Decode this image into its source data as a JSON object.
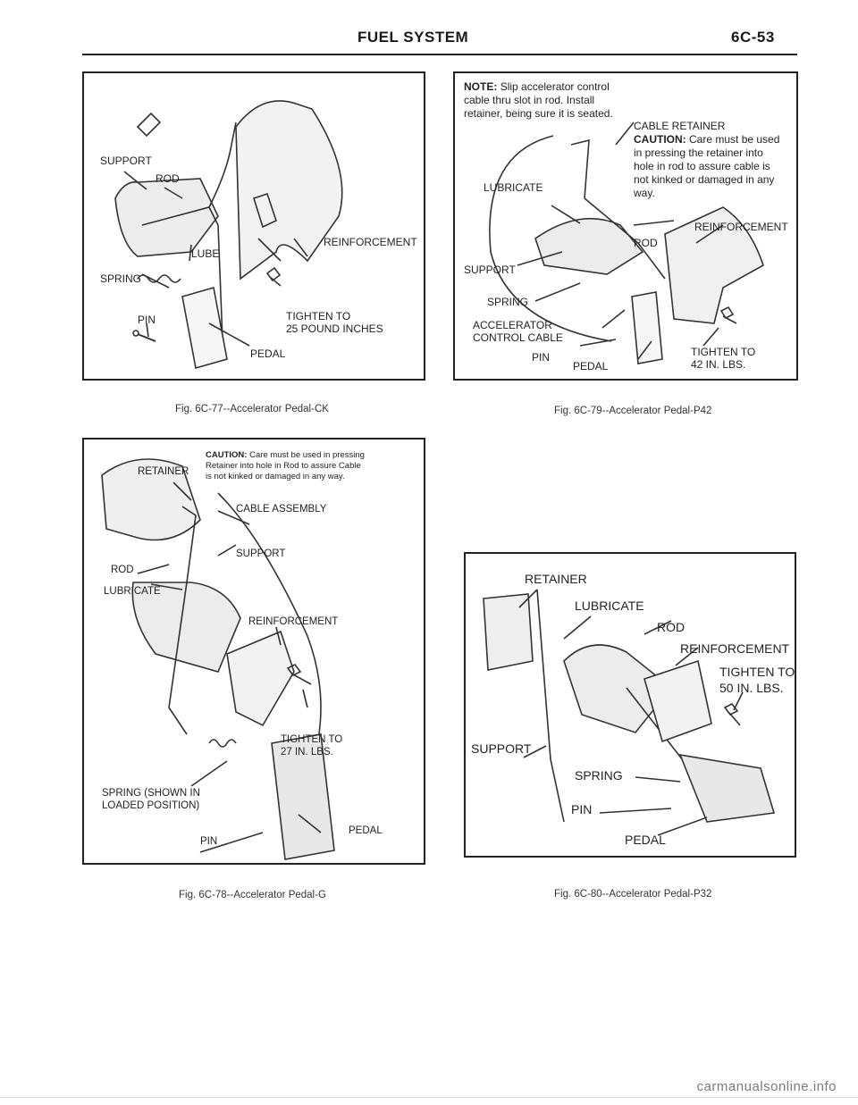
{
  "header": {
    "title": "FUEL SYSTEM",
    "page": "6C-53"
  },
  "figures": [
    {
      "id": "fig77",
      "caption": "Fig. 6C-77--Accelerator Pedal-CK",
      "labels": {
        "support": "SUPPORT",
        "rod": "ROD",
        "reinforcement": "REINFORCEMENT",
        "lube": "LUBE",
        "spring": "SPRING",
        "pin": "PIN",
        "tighten_1": "TIGHTEN TO",
        "tighten_2": "25 POUND INCHES",
        "pedal": "PEDAL"
      }
    },
    {
      "id": "fig79",
      "caption": "Fig. 6C-79--Accelerator Pedal-P42",
      "note": {
        "label": "NOTE:",
        "line1": "Slip accelerator control",
        "line2": "cable thru slot in rod. Install",
        "line3": "retainer, being sure it is seated."
      },
      "caution": {
        "title": "CABLE RETAINER",
        "label": "CAUTION:",
        "line1": "Care must be used",
        "line2": "in pressing the retainer into",
        "line3": "hole in rod to assure cable is",
        "line4": "not kinked or damaged in any",
        "line5": "way."
      },
      "labels": {
        "lubricate": "LUBRICATE",
        "reinforcement": "REINFORCEMENT",
        "rod": "ROD",
        "support": "SUPPORT",
        "spring": "SPRING",
        "cable_1": "ACCELERATOR",
        "cable_2": "CONTROL CABLE",
        "pin": "PIN",
        "pedal": "PEDAL",
        "tighten_1": "TIGHTEN TO",
        "tighten_2": "42 IN. LBS."
      }
    },
    {
      "id": "fig78",
      "caption": "Fig. 6C-78--Accelerator Pedal-G",
      "caution": {
        "label": "CAUTION:",
        "line1": "Care must be used in pressing",
        "line2": "Retainer into hole in Rod to assure Cable",
        "line3": "is not kinked or damaged in any way."
      },
      "labels": {
        "retainer": "RETAINER",
        "cable_assembly": "CABLE ASSEMBLY",
        "rod": "ROD",
        "support": "SUPPORT",
        "lubricate": "LUBRICATE",
        "reinforcement": "REINFORCEMENT",
        "tighten_1": "TIGHTEN TO",
        "tighten_2": "27 IN. LBS.",
        "spring_1": "SPRING (SHOWN IN",
        "spring_2": "LOADED POSITION)",
        "pedal": "PEDAL",
        "pin": "PIN"
      }
    },
    {
      "id": "fig80",
      "caption": "Fig. 6C-80--Accelerator Pedal-P32",
      "labels": {
        "retainer": "RETAINER",
        "lubricate": "LUBRICATE",
        "rod": "ROD",
        "reinforcement": "REINFORCEMENT",
        "tighten_1": "TIGHTEN TO",
        "tighten_2": "50 IN. LBS.",
        "support": "SUPPORT",
        "spring": "SPRING",
        "pin": "PIN",
        "pedal": "PEDAL"
      }
    }
  ],
  "footer": {
    "watermark": "carmanualsonline.info"
  }
}
